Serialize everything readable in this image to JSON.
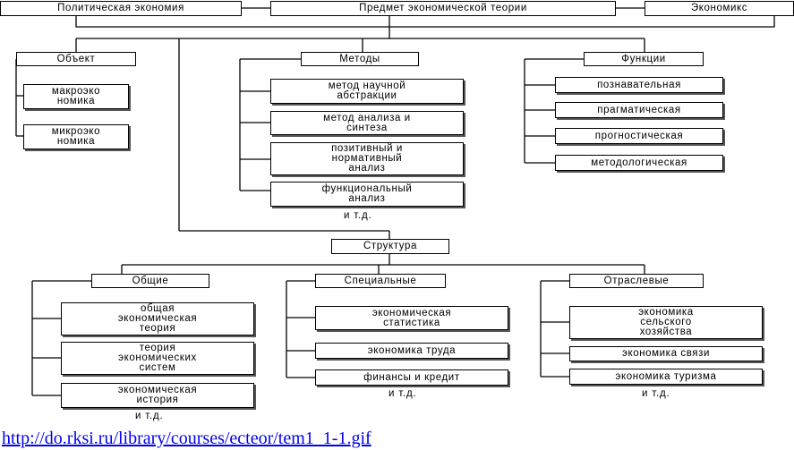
{
  "top_row": {
    "left": "Политическая экономия",
    "center": "Предмет экономической теории",
    "right": "Экономикс"
  },
  "object": {
    "title": "Объект",
    "items": [
      "макроэко\nномика",
      "микроэко\nномика"
    ]
  },
  "methods": {
    "title": "Методы",
    "items": [
      "метод научной\nабстракции",
      "метод анализа и\nсинтеза",
      "позитивный и\nнормативный\nанализ",
      "функциональный\nанализ"
    ],
    "etc": "и т.д."
  },
  "functions": {
    "title": "Функции",
    "items": [
      "познавательная",
      "прагматическая",
      "прогностическая",
      "методологическая"
    ]
  },
  "structure": {
    "title": "Структура",
    "general": {
      "title": "Общие",
      "items": [
        "общая\nэкономическая\nтеория",
        "теория\nэкономических\nсистем",
        "экономическая\nистория"
      ],
      "etc": "и т.д."
    },
    "special": {
      "title": "Специальные",
      "items": [
        "экономическая\nстатистика",
        "экономика труда",
        "финансы и кредит"
      ],
      "etc": "и т.д."
    },
    "sectoral": {
      "title": "Отраслевые",
      "items": [
        "экономика\nсельского\nхозяйства",
        "экономика связи",
        "экономика туризма"
      ],
      "etc": "и т.д."
    }
  },
  "source_link": "http://do.rksi.ru/library/courses/ecteor/tem1_1-1.gif"
}
